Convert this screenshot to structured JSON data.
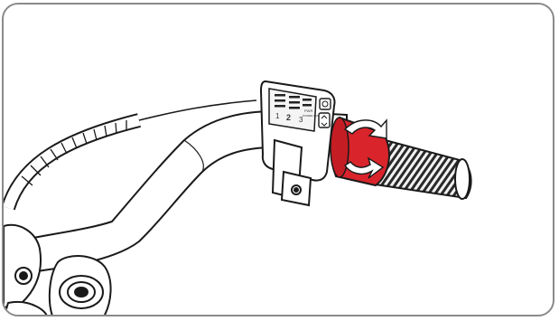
{
  "display": {
    "gears": [
      "1",
      "2",
      "3"
    ],
    "active_gear_index": 1,
    "mode_label": "PWR",
    "assist_label": "POWER ASSIST"
  },
  "colors": {
    "frame": "#8a8a8a",
    "line": "#1a1a1a",
    "accent_red": "#d9242b",
    "grip_dark": "#2a2a2a"
  }
}
